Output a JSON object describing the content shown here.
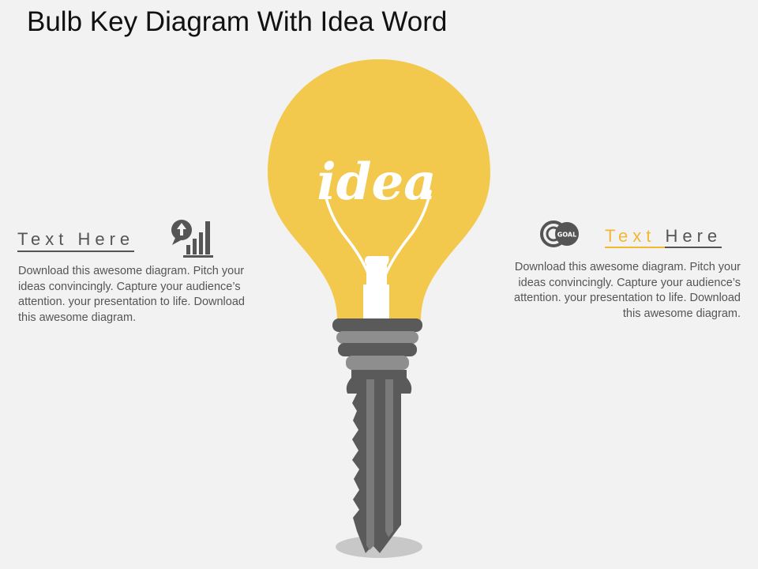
{
  "title": "Bulb Key Diagram With Idea Word",
  "bulb": {
    "word": "idea",
    "color": "#f2c94c"
  },
  "left_block": {
    "heading": "Text Here",
    "body": "Download this awesome diagram. Pitch your ideas convincingly.  Capture your audience’s attention. your presentation to life. Download this awesome diagram.",
    "icon": "growth-chart-icon"
  },
  "right_block": {
    "heading_part1": "Text ",
    "heading_part2": "Here",
    "body": "Download this awesome diagram. Pitch your ideas convincingly.  Capture your audience’s attention. your presentation to life. Download this awesome diagram.",
    "icon": "goal-target-icon",
    "icon_label": "GOAL"
  },
  "colors": {
    "accent": "#f2b830",
    "bulb": "#f2c94c",
    "key_dark": "#5a5a5a",
    "key_mid": "#737373",
    "text": "#555555"
  }
}
